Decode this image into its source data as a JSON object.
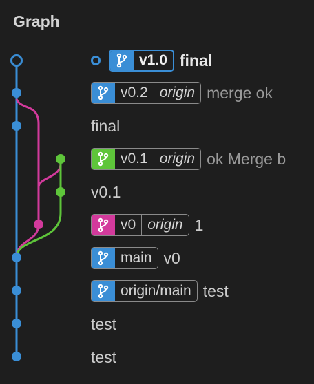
{
  "header": {
    "title": "Graph"
  },
  "colors": {
    "blue": "#3a8ed6",
    "magenta": "#d33a9c",
    "green": "#5ec53a"
  },
  "rows": [
    {
      "message": "final",
      "refs": [
        {
          "name": "v1.0",
          "remote": "",
          "color": "#3a8ed6"
        }
      ]
    },
    {
      "message": "merge ok",
      "refs": [
        {
          "name": "v0.2",
          "remote": "origin",
          "color": "#3a8ed6"
        }
      ]
    },
    {
      "message": "final",
      "refs": []
    },
    {
      "message": "ok Merge b",
      "refs": [
        {
          "name": "v0.1",
          "remote": "origin",
          "color": "#5ec53a"
        }
      ]
    },
    {
      "message": "v0.1",
      "refs": []
    },
    {
      "message": "1",
      "refs": [
        {
          "name": "v0",
          "remote": "origin",
          "color": "#d33a9c"
        }
      ]
    },
    {
      "message": "v0",
      "refs": [
        {
          "name": "main",
          "remote": "",
          "color": "#3a8ed6"
        }
      ]
    },
    {
      "message": "test",
      "refs": [
        {
          "name": "origin/main",
          "remote": "",
          "color": "#3a8ed6"
        }
      ]
    },
    {
      "message": "test",
      "refs": []
    },
    {
      "message": "test",
      "refs": []
    }
  ]
}
